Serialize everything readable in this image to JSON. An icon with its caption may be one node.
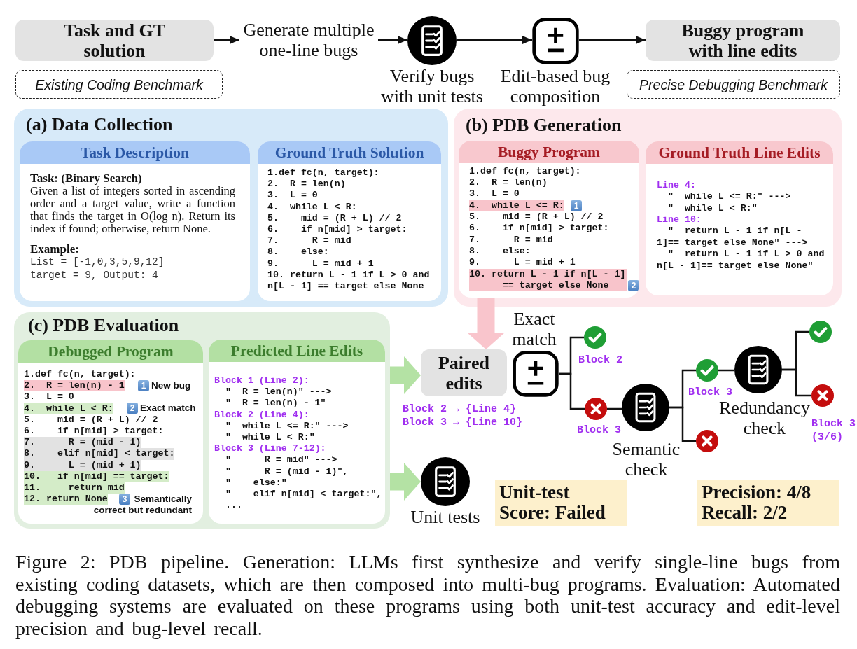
{
  "diagram": {
    "caption": "Figure 2: PDB pipeline. Generation: LLMs first synthesize and verify single-line bugs from existing coding datasets, which are then composed into multi-bug programs. Evaluation: Automated debugging systems are evaluated on these programs using both unit-test accuracy and edit-level precision and bug-level recall.",
    "nodes": [
      {
        "text": [
          "Task and GT solution"
        ]
      },
      {
        "text": [
          "Existing Coding Benchmark"
        ]
      },
      {
        "text": [
          "Generate multiple one-line bugs"
        ]
      },
      {
        "text": [],
        "shape": "circle",
        "beside": [
          "Verify bugs with unit tests"
        ]
      },
      {
        "text": [],
        "shape": "box",
        "beside": [
          "Edit-based bug composition"
        ]
      },
      {
        "text": [
          "Buggy program with line edits"
        ]
      },
      {
        "text": [
          "Precise Debugging Benchmark"
        ]
      },
      {
        "text": [
          "(a) Data Collection"
        ]
      },
      {
        "text": [
          "Task Description",
          "Task: (Binary Search)",
          "Given a list of integers sorted in ascending order and a target value, write a function that finds the target in O(log n). Return its index if found; otherwise, return None.",
          "Example:",
          "List = [-1,0,3,5,9,12]",
          "target = 9, Output: 4"
        ],
        "in": 7
      },
      {
        "text": [
          "Ground Truth Solution",
          "1.def fc(n, target):",
          "2.  R = len(n)",
          "3.  L = 0",
          "4.  while L < R:",
          "5.    mid = (R + L) // 2",
          "6.    if n[mid] > target:",
          "7.      R = mid",
          "8.    else:",
          "9.      L = mid + 1",
          "10. return L - 1 if L > 0 and n[L - 1] == target else None"
        ],
        "in": 7
      },
      {
        "text": [
          "(b) PDB Generation"
        ]
      },
      {
        "text": [
          "Buggy Program",
          "1.def fc(n, target):",
          "2.  R = len(n)",
          "3.  L = 0",
          "4.  while L <= R:",
          "1",
          "5.    mid = (R + L) // 2",
          "6.    if n[mid] > target:",
          "7.      R = mid",
          "8.    else:",
          "9.      L = mid + 1",
          "10. return L - 1 if n[L - 1] == target else None",
          "2"
        ],
        "in": 10
      },
      {
        "text": [
          "Ground Truth Line Edits",
          "Line 4:",
          "\"  while L <= R:\" --->",
          "\"  while L < R:\"",
          "Line 10:",
          "\"  return L - 1 if n[L - 1]== target else None\" --->",
          "\"  return L - 1 if L > 0 and n[L - 1]== target else None\""
        ],
        "in": 10
      },
      {
        "text": [
          "(c) PDB Evaluation"
        ]
      },
      {
        "text": [
          "Debugged Program",
          "1.def fc(n, target):",
          "2.  R = len(n) - 1",
          "1",
          "New bug",
          "3.  L = 0",
          "4.  while L < R:",
          "2",
          "Exact match",
          "5.    mid = (R + L) // 2",
          "6.    if n[mid] > target:",
          "7.      R = (mid - 1)",
          "8.    elif n[mid] < target:",
          "9.      L = (mid + 1)",
          "10.   if n[mid] == target:",
          "11.     return mid",
          "12. return None",
          "3",
          "Semantically",
          "correct but redundant"
        ],
        "in": 13
      },
      {
        "text": [
          "Predicted Line Edits",
          "Block 1 (Line 2):",
          "\"  R = len(n)\" --->",
          "\"  R = len(n) - 1\"",
          "Block 2 (Line 4):",
          "\"  while L <= R:\" --->",
          "\"  while L < R:\"",
          "Block 3 (Line 7-12):",
          "\"      R = mid\" --->",
          "\"      R = (mid - 1)\",",
          "\"    else:\"",
          "\"    elif n[mid] < target:\",",
          "..."
        ],
        "in": 13
      },
      {
        "text": [
          "Paired edits"
        ],
        "beside": [
          "Block 2 → {Line 4}",
          "Block 3 → {Line 10}"
        ]
      },
      {
        "text": [],
        "shape": "box",
        "beside": [
          "Exact match"
        ]
      },
      {
        "text": [],
        "shape": "circle",
        "beside": [
          "Block 2"
        ]
      },
      {
        "text": [],
        "shape": "circle",
        "beside": [
          "Block 3"
        ]
      },
      {
        "text": [],
        "shape": "circle",
        "beside": [
          "Semantic check"
        ]
      },
      {
        "text": [],
        "shape": "circle",
        "beside": [
          "Block 3"
        ]
      },
      {
        "text": [],
        "shape": "circle"
      },
      {
        "text": [],
        "shape": "circle",
        "beside": [
          "Redundancy check"
        ]
      },
      {
        "text": [],
        "shape": "circle"
      },
      {
        "text": [],
        "shape": "circle",
        "beside": [
          "Block 3 (3/6)"
        ]
      },
      {
        "text": [],
        "shape": "circle",
        "beside": [
          "Unit tests"
        ]
      },
      {
        "text": [
          "Unit-test Score: Failed"
        ]
      },
      {
        "text": [
          "Precision: 4/8",
          "Recall: 2/2"
        ]
      }
    ],
    "edges": [
      {
        "from": 0,
        "to": 2,
        "arrow": "to"
      },
      {
        "from": 2,
        "to": 3,
        "arrow": "to"
      },
      {
        "from": 3,
        "to": 4,
        "arrow": "to"
      },
      {
        "from": 4,
        "to": 5,
        "arrow": "to"
      },
      {
        "from": 11,
        "to": 16,
        "arrow": "to",
        "style": "thick",
        "color": "#f9c5cc"
      },
      {
        "from": 13,
        "to": 16,
        "arrow": "to",
        "style": "thick",
        "color": "#b4e2a4"
      },
      {
        "from": 13,
        "to": 26,
        "arrow": "to",
        "style": "thick",
        "color": "#b4e2a4"
      },
      {
        "from": 17,
        "to": 18,
        "arrow": "none"
      },
      {
        "from": 17,
        "to": 19,
        "arrow": "none"
      },
      {
        "from": 19,
        "to": 20,
        "arrow": "none"
      },
      {
        "from": 20,
        "to": 21,
        "arrow": "none"
      },
      {
        "from": 20,
        "to": 22,
        "arrow": "none"
      },
      {
        "from": 21,
        "to": 23,
        "arrow": "none"
      },
      {
        "from": 23,
        "to": 24,
        "arrow": "none"
      },
      {
        "from": 23,
        "to": 25,
        "arrow": "none"
      }
    ]
  }
}
